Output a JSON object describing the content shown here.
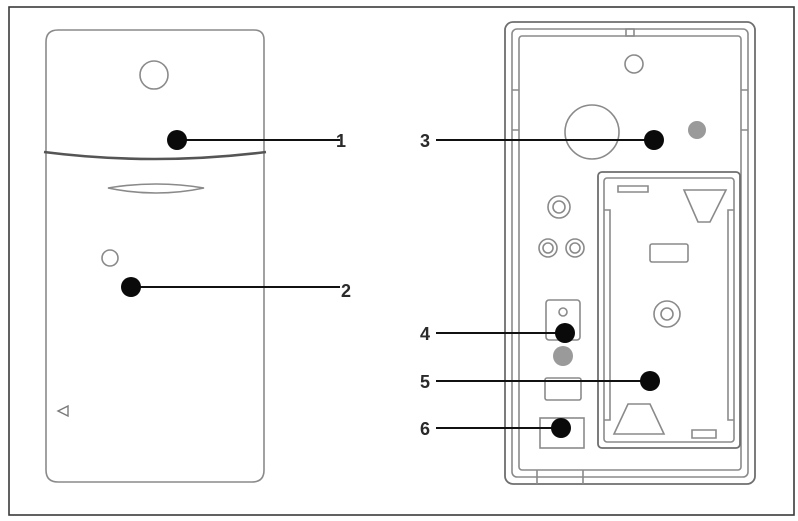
{
  "callouts": [
    {
      "number": "1"
    },
    {
      "number": "2"
    },
    {
      "number": "3"
    },
    {
      "number": "4"
    },
    {
      "number": "5"
    },
    {
      "number": "6"
    }
  ],
  "colors": {
    "frame": "#3a3a3a",
    "outline": "#8a8a8a",
    "marker": "#0a0a0a"
  }
}
